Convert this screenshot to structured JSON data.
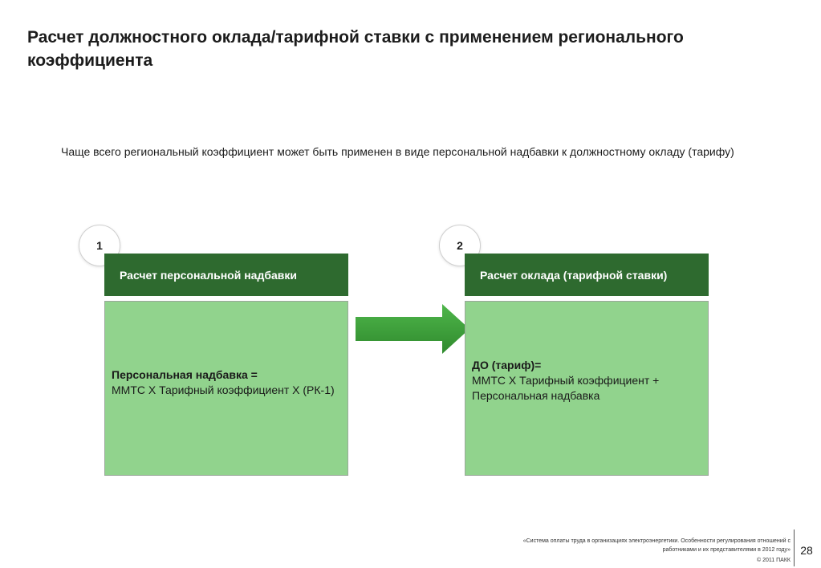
{
  "title": "Расчет должностного оклада/тарифной ставки с применением регионального коэффициента",
  "subtitle": "Чаще всего региональный коэффициент может быть применен в виде персональной надбавки к должностному окладу (тарифу)",
  "steps": [
    {
      "number": "1",
      "header": "Расчет персональной надбавки",
      "formula_title": "Персональная надбавка =",
      "formula_body": "ММТС Х Тарифный коэффициент Х (РК-1)"
    },
    {
      "number": "2",
      "header": "Расчет оклада (тарифной ставки)",
      "formula_title": "ДО (тариф)=",
      "formula_body": "ММТС Х Тарифный коэффициент + Персональная надбавка"
    }
  ],
  "arrow_icon": "right-arrow-icon",
  "colors": {
    "header_green": "#2e6a2f",
    "box_green": "#91d38d",
    "arrow_green": "#3fa23c"
  },
  "footer": {
    "citation": "«Система оплаты труда в организациях электроэнергетики. Особенности регулирования отношений с работниками и их представителями в 2012 году»",
    "copyright": "© 2011 ПАКК",
    "page_number": "28"
  }
}
